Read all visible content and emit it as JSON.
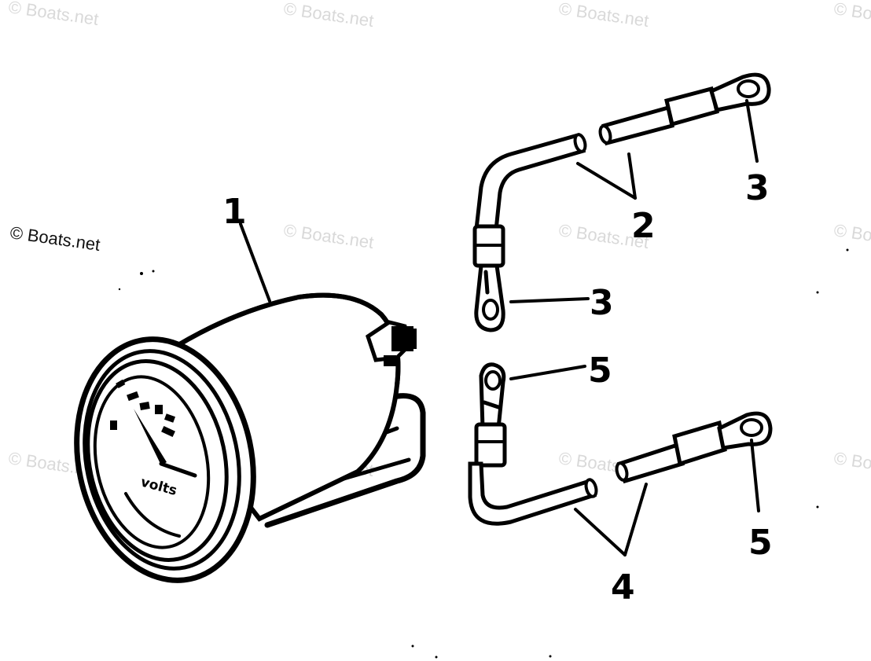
{
  "watermark": {
    "text": "© Boats.net"
  },
  "gauge": {
    "dial_label": "volts"
  },
  "callouts": [
    "1",
    "2",
    "3",
    "3",
    "5",
    "4",
    "5"
  ]
}
